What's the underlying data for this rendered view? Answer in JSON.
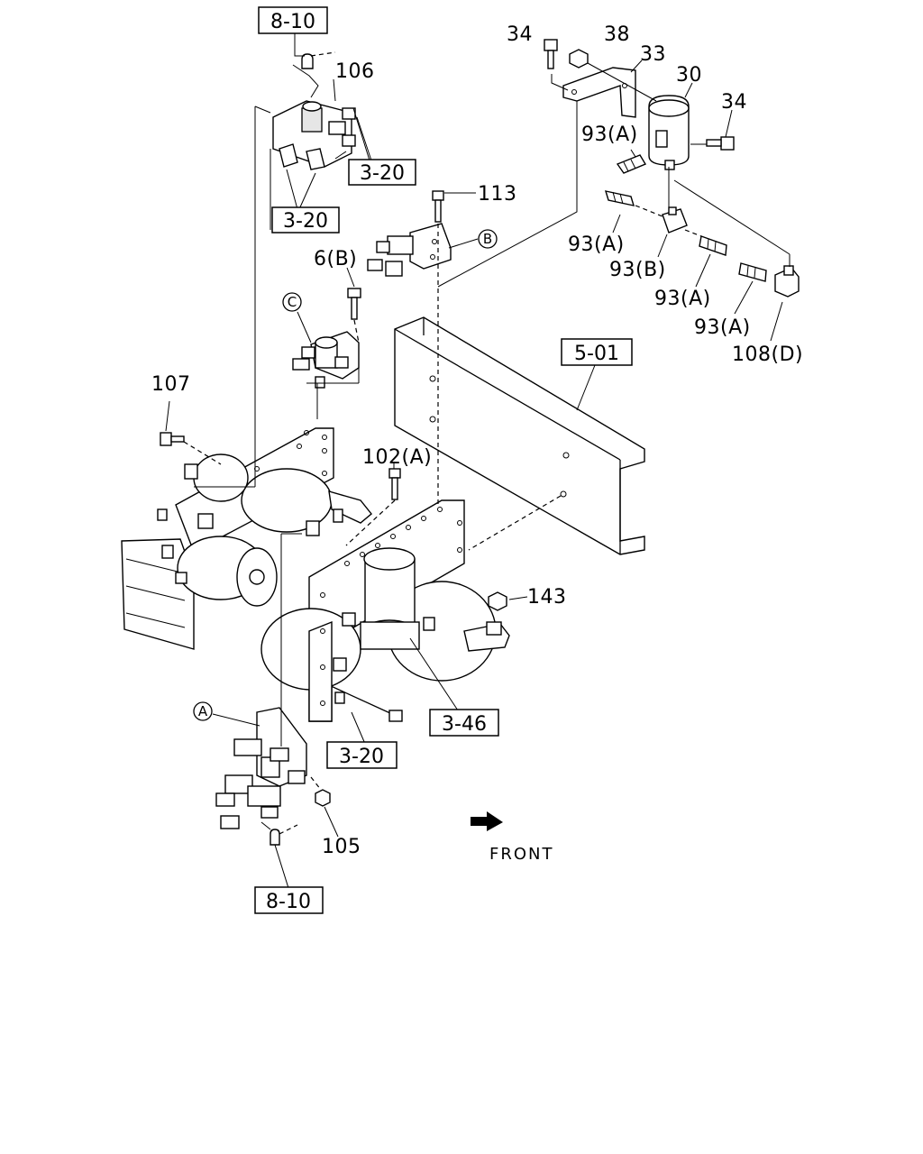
{
  "ref_boxes": {
    "top_8_10": "8-10",
    "bottom_8_10": "8-10",
    "ref_3_20_upper": "3-20",
    "ref_3_20_lower": "3-20",
    "ref_3_20_bottom": "3-20",
    "ref_5_01": "5-01",
    "ref_3_46": "3-46"
  },
  "labels": {
    "p34_top": "34",
    "p38": "38",
    "p33": "33",
    "p30": "30",
    "p34_right": "34",
    "p106": "106",
    "p93a_1": "93(A)",
    "p113": "113",
    "p93a_2": "93(A)",
    "p93b": "93(B)",
    "p93a_3": "93(A)",
    "p93a_4": "93(A)",
    "p108d": "108(D)",
    "p6b": "6(B)",
    "p107": "107",
    "p102a": "102(A)",
    "p143": "143",
    "p105": "105",
    "front": "FRONT"
  },
  "circles": {
    "a": "A",
    "b": "B",
    "c": "C"
  }
}
